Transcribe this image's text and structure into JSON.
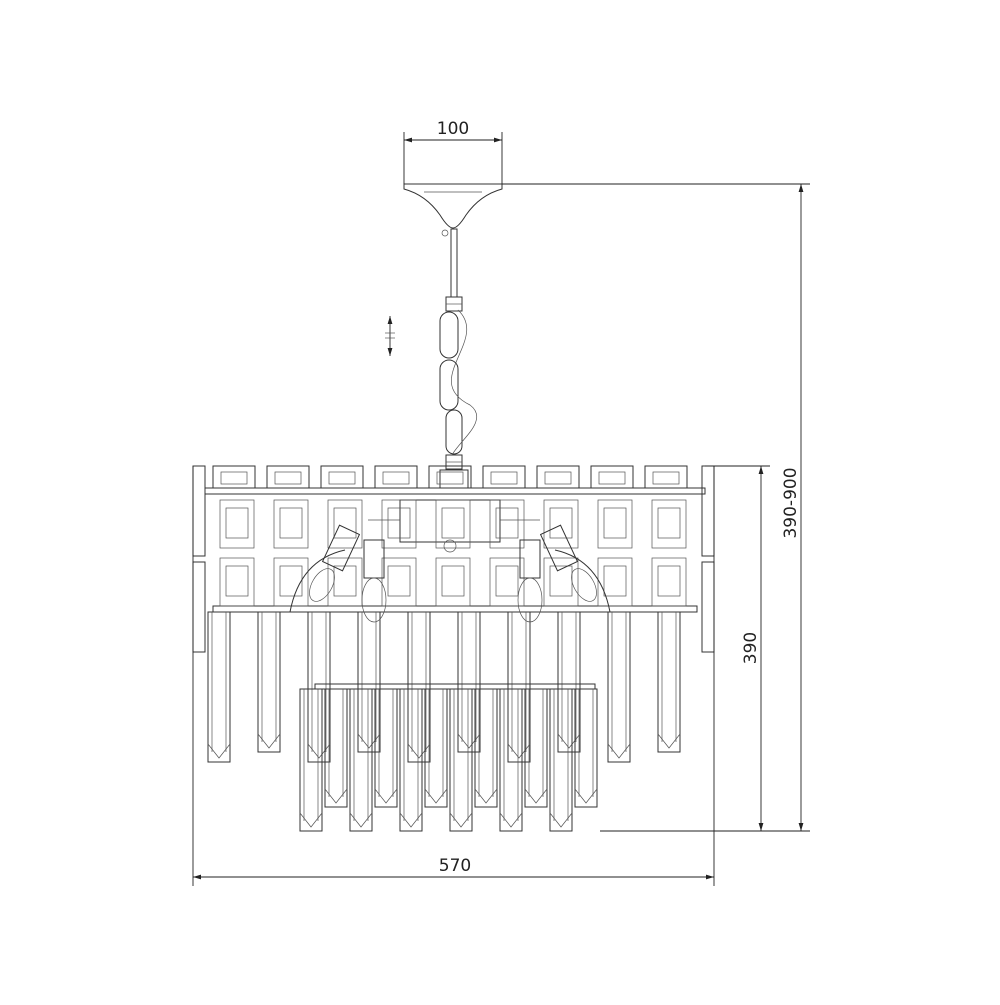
{
  "dimensions": {
    "canopy_width": "100",
    "total_height": "390-900",
    "body_height": "390",
    "body_width": "570"
  },
  "icons": {
    "height_adjust": "vertical-double-arrow-icon"
  }
}
